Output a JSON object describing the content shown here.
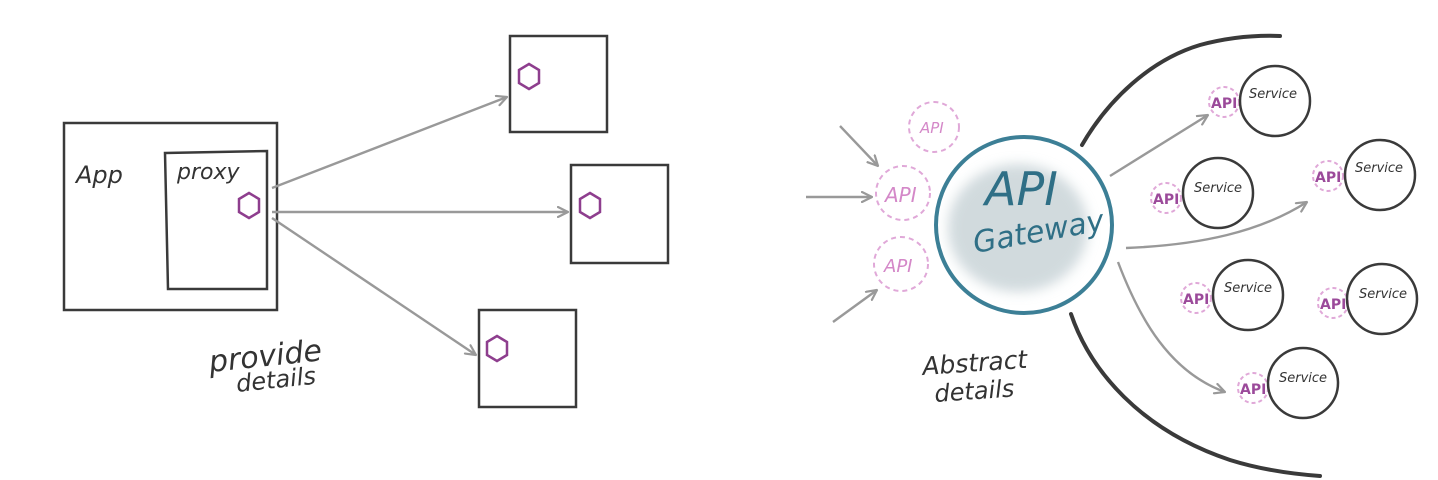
{
  "colors": {
    "stroke": "#3a3a3a",
    "arrow": "#999999",
    "purple": "#8e3e8e",
    "dashed_purple": "#e0a8d8",
    "teal": "#3c7f96",
    "gateway_fill": "#d7dfe2"
  },
  "left": {
    "app_label": "App",
    "proxy_label": "proxy",
    "caption_line1": "provide",
    "caption_line2": "details"
  },
  "right": {
    "gateway_line1": "API",
    "gateway_line2": "Gateway",
    "incoming_api_label": "API",
    "caption_line1": "Abstract",
    "caption_line2": "details",
    "service_api_label": "API",
    "service_label": "Service"
  },
  "icons": {
    "hexagon": "hexagon-icon"
  }
}
